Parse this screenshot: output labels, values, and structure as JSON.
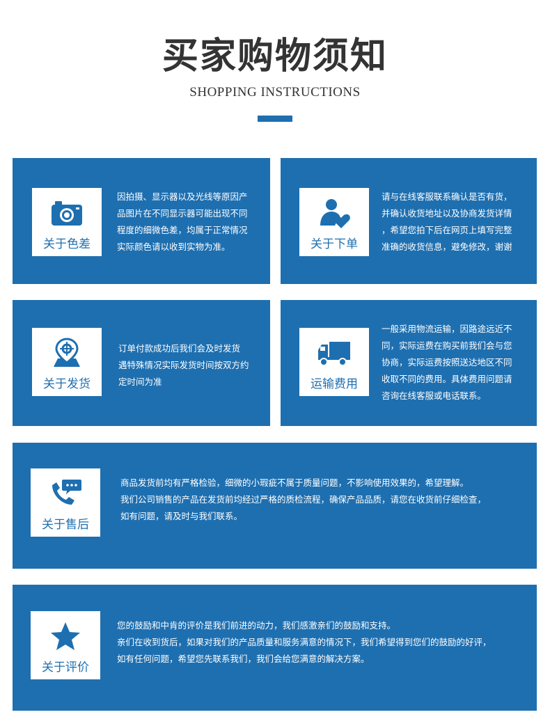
{
  "header": {
    "title": "买家购物须知",
    "subtitle": "SHOPPING INSTRUCTIONS"
  },
  "colors": {
    "accent": "#1e6fb0",
    "title": "#333333"
  },
  "cards": [
    {
      "icon": "camera-icon",
      "label": "关于色差",
      "lines": [
        "因拍摄、显示器以及光线等原因产",
        "品图片在不同显示器可能出现不同",
        "程度的细微色差，均属于正常情况",
        "实际颜色请以收到实物为准。"
      ]
    },
    {
      "icon": "person-heart-icon",
      "label": "关于下单",
      "lines": [
        "请与在线客服联系确认是否有货，",
        "并确认收货地址以及协商发货详情",
        "，希望您拍下后在网页上填写完整",
        "准确的收货信息，避免修改，谢谢"
      ]
    },
    {
      "icon": "location-pin-icon",
      "label": "关于发货",
      "lines": [
        "订单付款成功后我们会及时发货",
        "遇特殊情况实际发货时间按双方约",
        "定时间为准"
      ]
    },
    {
      "icon": "truck-icon",
      "label": "运输费用",
      "lines": [
        "一般采用物流运输，因路途远近不",
        "同，实际运费在购买前我们会与您",
        "协商，实际运费按照送达地区不同",
        "收取不同的费用。具体费用问题请",
        "咨询在线客服或电话联系。"
      ]
    },
    {
      "icon": "phone-chat-icon",
      "label": "关于售后",
      "lines": [
        "商品发货前均有严格检验，细微的小瑕疵不属于质量问题，不影响使用效果的，希望理解。",
        "我们公司销售的产品在发货前均经过严格的质检流程，确保产品品质，请您在收货前仔细检查，",
        "如有问题，请及时与我们联系。"
      ]
    },
    {
      "icon": "star-icon",
      "label": "关于评价",
      "lines": [
        "您的鼓励和中肯的评价是我们前进的动力，我们感激亲们的鼓励和支持。",
        "亲们在收到货后，如果对我们的产品质量和服务满意的情况下，我们希望得到您们的鼓励的好评，",
        "如有任何问题，希望您先联系我们，我们会给您满意的解决方案。"
      ]
    }
  ]
}
